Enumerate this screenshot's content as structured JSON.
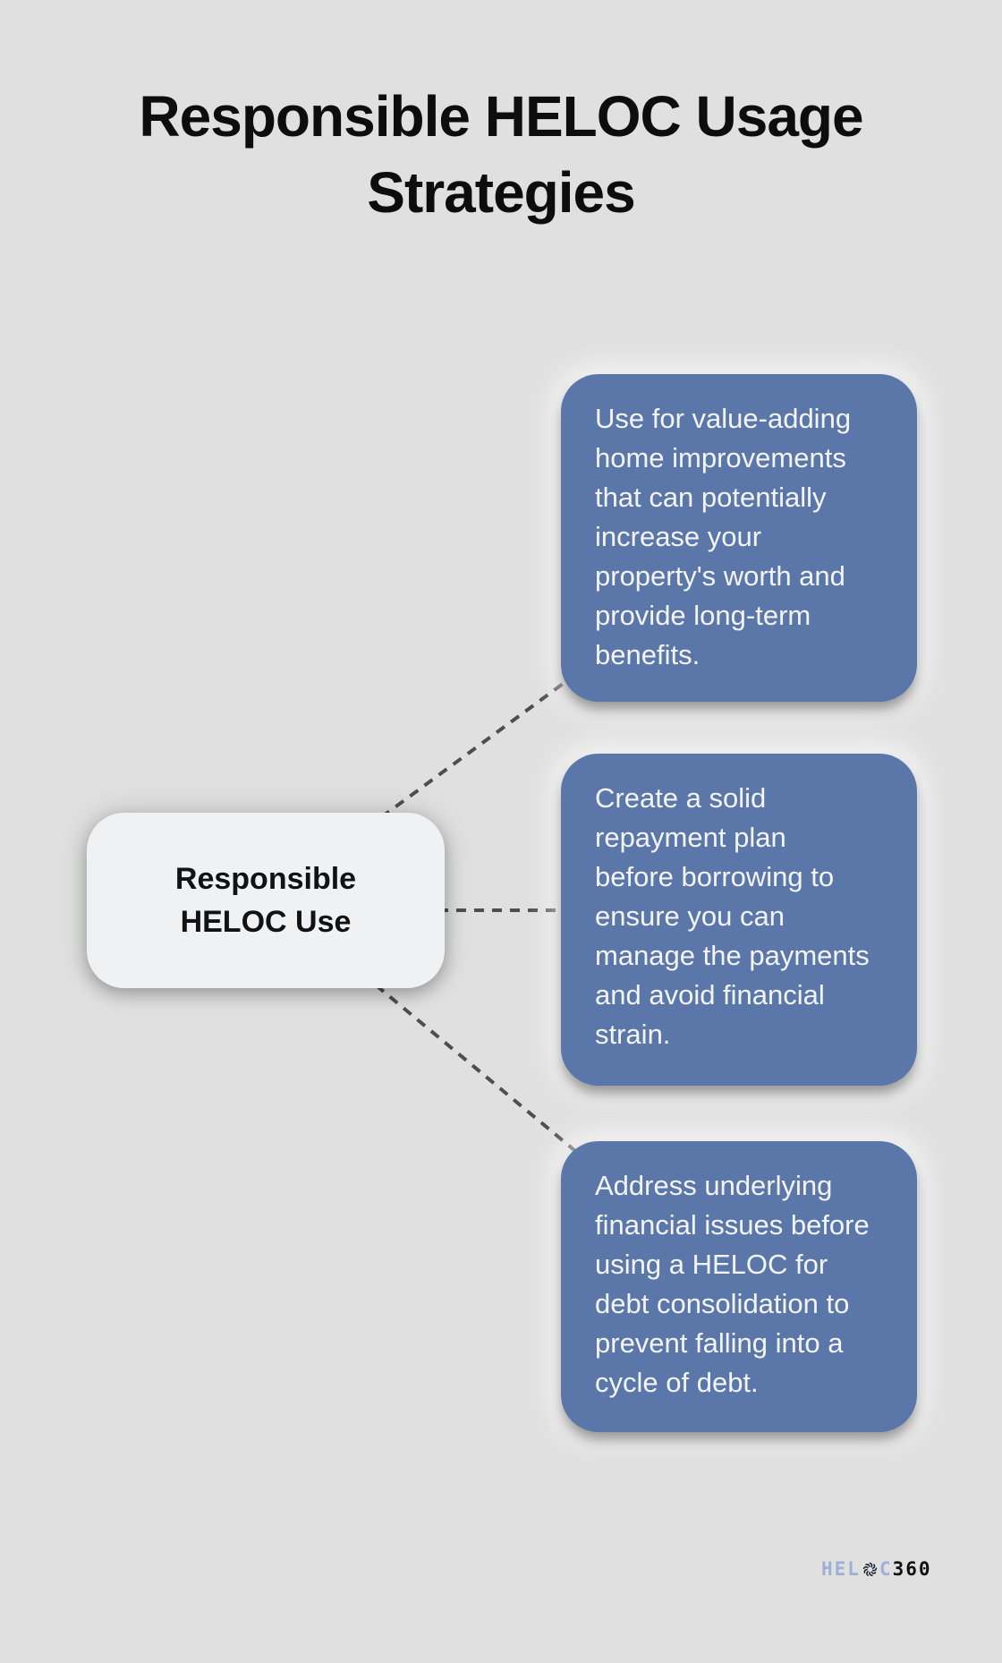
{
  "title": {
    "text": "Responsible HELOC Usage\nStrategies"
  },
  "center_node": {
    "label": "Responsible\nHELOC Use"
  },
  "cards": [
    {
      "text": "Use for value-adding\nhome improvements\nthat can potentially\nincrease your\nproperty's worth and\nprovide long-term\nbenefits."
    },
    {
      "text": "Create a solid\nrepayment plan\nbefore borrowing to\nensure you can\nmanage the payments\nand avoid financial\nstrain."
    },
    {
      "text": "Address underlying\nfinancial issues before\nusing a HELOC for\ndebt consolidation to\nprevent falling into a\ncycle of debt."
    }
  ],
  "logo": {
    "prefix": "HEL",
    "o_icon": "swirl-o-icon",
    "suffix": "C",
    "number": "360"
  },
  "colors": {
    "background": "#dfe0df",
    "card_blue": "#5b77a9",
    "card_text": "#f2f4f7",
    "node_fill": "#eff1f2",
    "node_text": "#121212",
    "connector_gray": "#4e4e4e",
    "title_text": "#0d0d0d",
    "logo_blue": "#9db1d5",
    "logo_dark": "#101010"
  }
}
